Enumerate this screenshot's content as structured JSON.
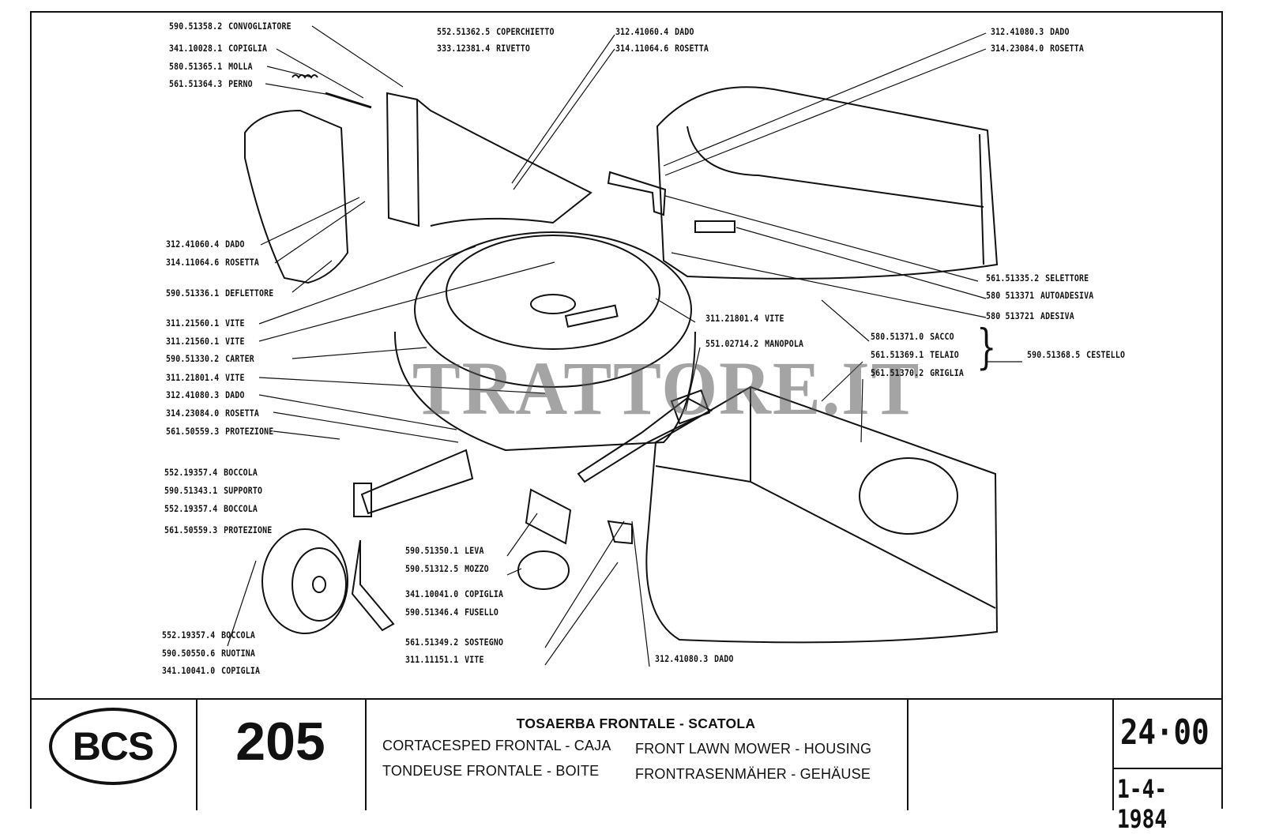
{
  "labels_left": [
    {
      "code": "590.51358.2",
      "name": "CONVOGLIATORE"
    },
    {
      "code": "341.10028.1",
      "name": "COPIGLIA"
    },
    {
      "code": "580.51365.1",
      "name": "MOLLA"
    },
    {
      "code": "561.51364.3",
      "name": "PERNO"
    },
    {
      "code": "312.41060.4",
      "name": "DADO"
    },
    {
      "code": "314.11064.6",
      "name": "ROSETTA"
    },
    {
      "code": "590.51336.1",
      "name": "DEFLETTORE"
    },
    {
      "code": "311.21560.1",
      "name": "VITE"
    },
    {
      "code": "311.21560.1",
      "name": "VITE"
    },
    {
      "code": "590.51330.2",
      "name": "CARTER"
    },
    {
      "code": "311.21801.4",
      "name": "VITE"
    },
    {
      "code": "312.41080.3",
      "name": "DADO"
    },
    {
      "code": "314.23084.0",
      "name": "ROSETTA"
    },
    {
      "code": "561.50559.3",
      "name": "PROTEZIONE"
    },
    {
      "code": "552.19357.4",
      "name": "BOCCOLA"
    },
    {
      "code": "590.51343.1",
      "name": "SUPPORTO"
    },
    {
      "code": "552.19357.4",
      "name": "BOCCOLA"
    },
    {
      "code": "561.50559.3",
      "name": "PROTEZIONE"
    },
    {
      "code": "552.19357.4",
      "name": "BOCCOLA"
    },
    {
      "code": "590.50550.6",
      "name": "RUOTINA"
    },
    {
      "code": "341.10041.0",
      "name": "COPIGLIA"
    }
  ],
  "labels_top": [
    {
      "code": "552.51362.5",
      "name": "COPERCHIETTO"
    },
    {
      "code": "333.12381.4",
      "name": "RIVETTO"
    },
    {
      "code": "312.41060.4",
      "name": "DADO"
    },
    {
      "code": "314.11064.6",
      "name": "ROSETTA"
    },
    {
      "code": "312.41080.3",
      "name": "DADO"
    },
    {
      "code": "314.23084.0",
      "name": "ROSETTA"
    }
  ],
  "labels_right": [
    {
      "code": "561.51335.2",
      "name": "SELETTORE"
    },
    {
      "code": "580 513371",
      "name": "AUTOADESIVA"
    },
    {
      "code": "580 513721",
      "name": "ADESIVA"
    },
    {
      "code": "580.51371.0",
      "name": "SACCO"
    },
    {
      "code": "561.51369.1",
      "name": "TELAIO"
    },
    {
      "code": "561.51370.2",
      "name": "GRIGLIA"
    },
    {
      "code": "590.51368.5",
      "name": "CESTELLO"
    }
  ],
  "labels_center": [
    {
      "code": "311.21801.4",
      "name": "VITE"
    },
    {
      "code": "551.02714.2",
      "name": "MANOPOLA"
    },
    {
      "code": "590.51350.1",
      "name": "LEVA"
    },
    {
      "code": "590.51312.5",
      "name": "MOZZO"
    },
    {
      "code": "341.10041.0",
      "name": "COPIGLIA"
    },
    {
      "code": "590.51346.4",
      "name": "FUSELLO"
    },
    {
      "code": "561.51349.2",
      "name": "SOSTEGNO"
    },
    {
      "code": "311.11151.1",
      "name": "VITE"
    },
    {
      "code": "312.41080.3",
      "name": "DADO"
    }
  ],
  "watermark": "TRATTORE.IT",
  "titleblock": {
    "brand": "BCS",
    "model": "205",
    "title_it": "TOSAERBA FRONTALE - SCATOLA",
    "title_es": "CORTACESPED FRONTAL - CAJA",
    "title_en": "FRONT LAWN MOWER - HOUSING",
    "title_fr": "TONDEUSE FRONTALE - BOITE",
    "title_de": "FRONTRASENMÄHER - GEHÄUSE",
    "sheet_number": "24·00",
    "date": "1-4-1984"
  },
  "colors": {
    "ink": "#111111",
    "paper": "#ffffff",
    "watermark": "#5a5a5a"
  }
}
